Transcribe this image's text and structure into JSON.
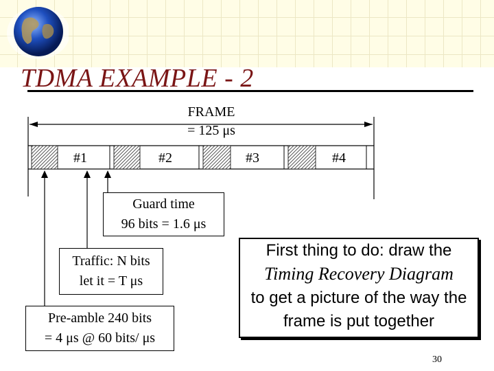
{
  "slide": {
    "title": "TDMA EXAMPLE - 2",
    "page_number": "30",
    "accent_color": "#7a1515"
  },
  "diagram": {
    "frame_label_line1": "FRAME",
    "frame_label_line2": "= 125 μs",
    "slots": [
      "#1",
      "#2",
      "#3",
      "#4"
    ],
    "guard_time_line1": "Guard time",
    "guard_time_line2": "96 bits = 1.6 μs",
    "traffic_line1": "Traffic: N bits",
    "traffic_line2": "let it = T μs",
    "preamble_line1": "Pre-amble 240 bits",
    "preamble_line2": "= 4 μs @ 60 bits/ μs"
  },
  "callout": {
    "line1": "First thing to do: draw the",
    "line2": "Timing Recovery Diagram",
    "line3": "to get a picture of the way the",
    "line4": "frame is put together"
  }
}
